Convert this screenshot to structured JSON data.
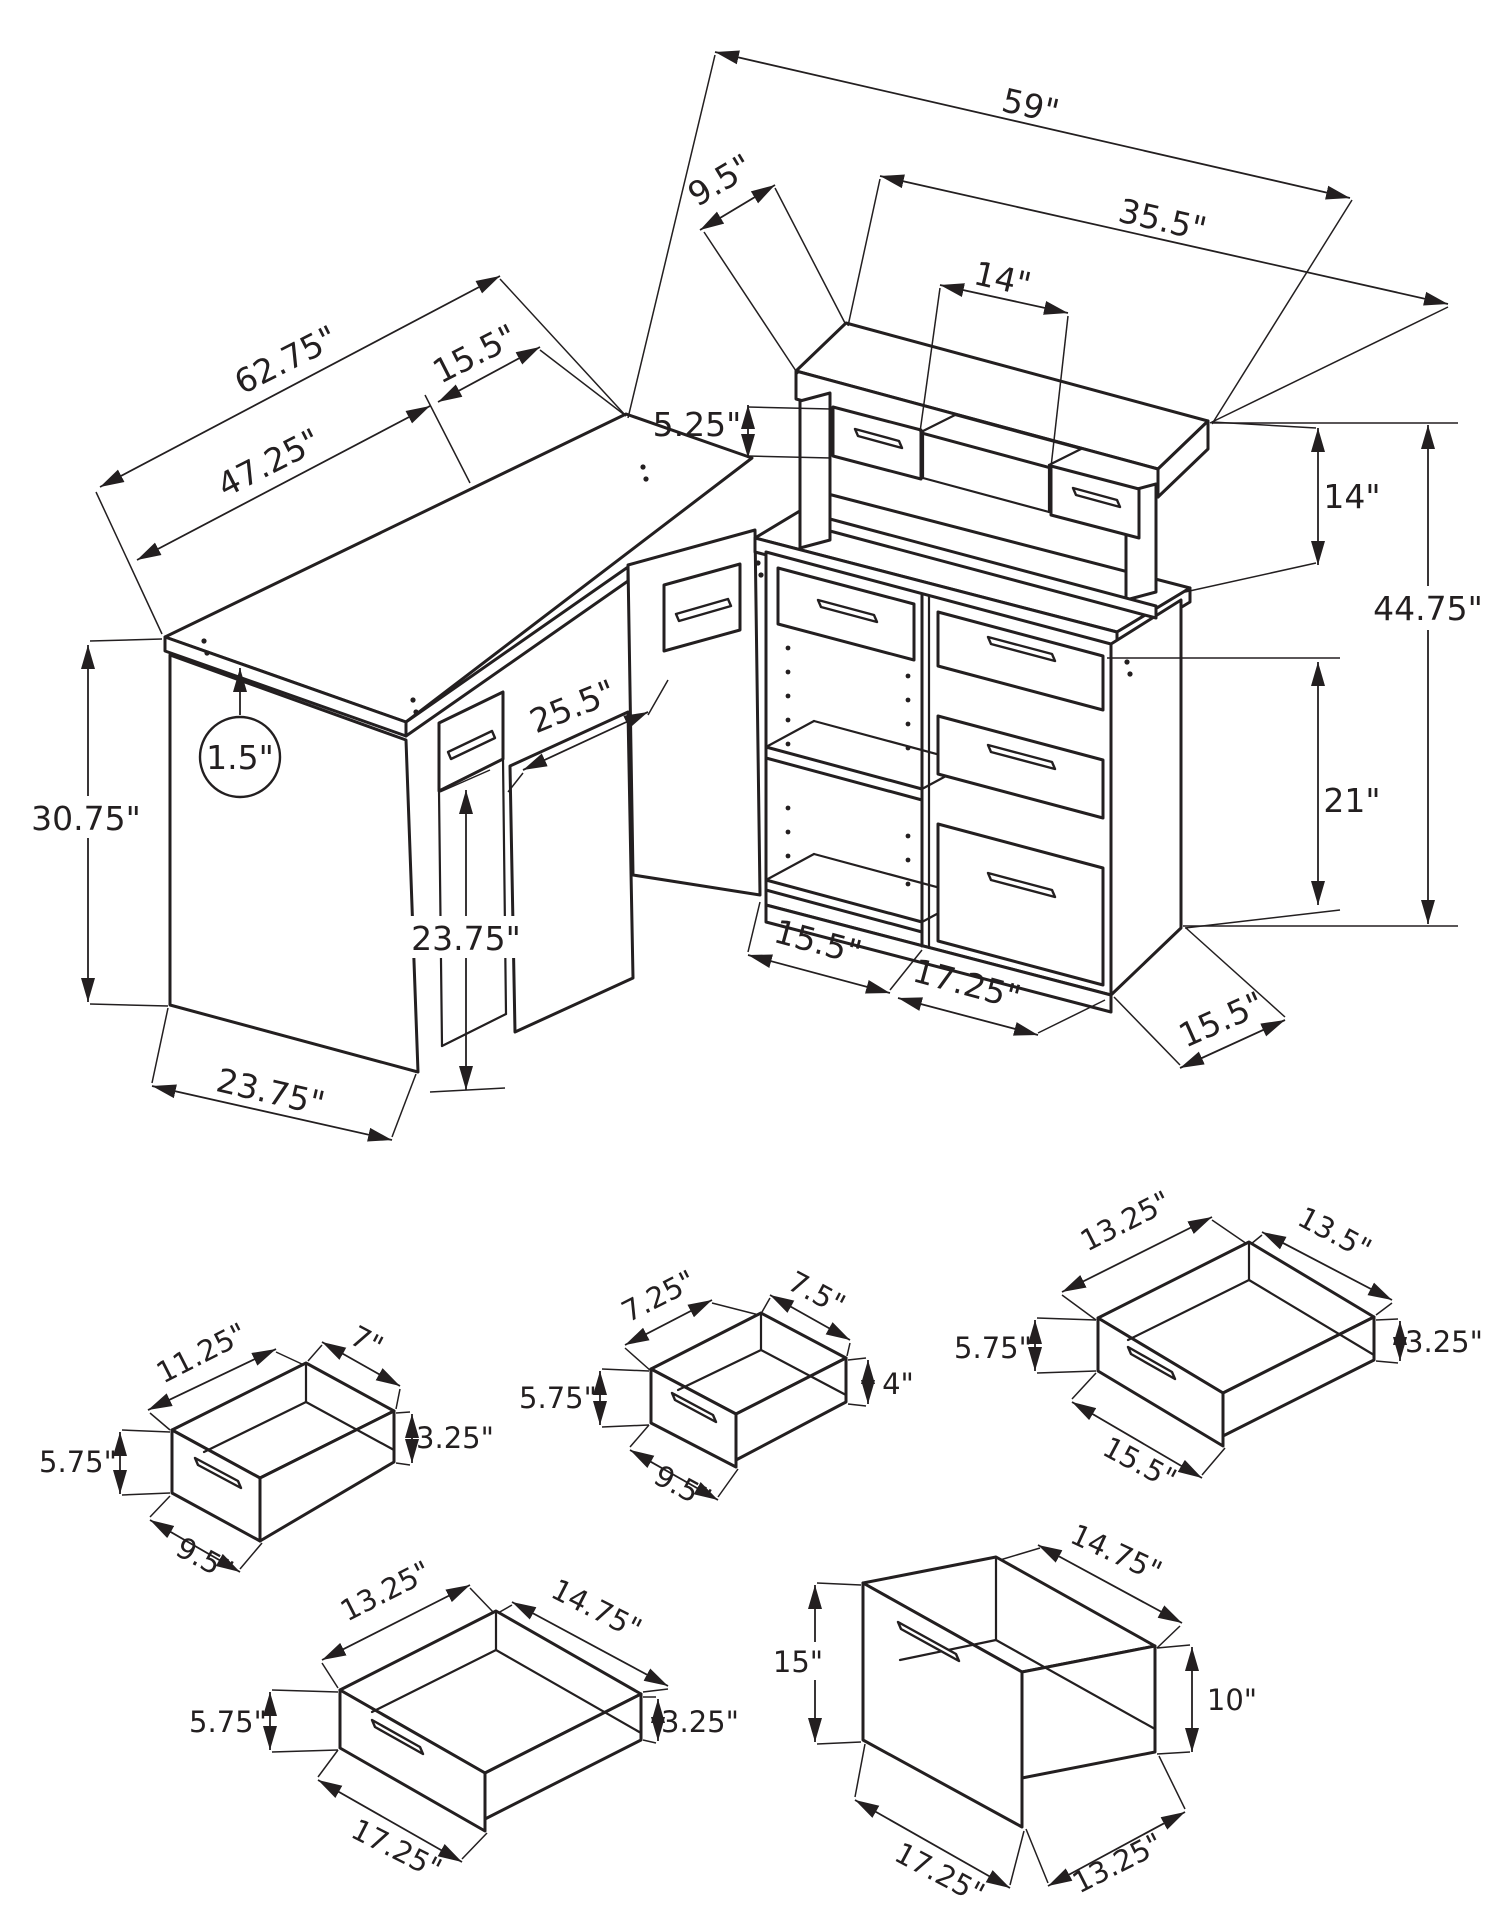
{
  "main_view": {
    "labels": {
      "overall_width": "59\"",
      "hutch_side_depth": "9.5\"",
      "hutch_width": "35.5\"",
      "hutch_opening_width": "14\"",
      "left_desk_total_length": "62.75\"",
      "left_desk_length": "47.25\"",
      "corner_return_width": "15.5\"",
      "hutch_drawer_height": "5.25\"",
      "hutch_height": "14\"",
      "overall_height": "44.75\"",
      "desktop_thickness": "1.5\"",
      "desktop_height": "30.75\"",
      "keyboard_opening_width": "25.5\"",
      "leg_clearance_height": "23.75\"",
      "cabinet_opening_height": "21\"",
      "open_shelf_bay_width": "15.5\"",
      "drawer_bay_width": "17.25\"",
      "cabinet_side_depth": "15.5\"",
      "side_panel_depth": "23.75\""
    }
  },
  "drawer_details": [
    {
      "id": "drawer-a",
      "back_width": "11.25\"",
      "side_depth": "7\"",
      "front_height": "5.75\"",
      "side_height": "3.25\"",
      "front_width": "9.5\""
    },
    {
      "id": "drawer-b",
      "back_width": "7.25\"",
      "side_depth": "7.5\"",
      "front_height": "5.75\"",
      "side_height": "4\"",
      "front_width": "9.5\""
    },
    {
      "id": "drawer-c",
      "back_width": "13.25\"",
      "side_depth": "13.5\"",
      "front_height": "5.75\"",
      "side_height": "3.25\"",
      "front_width": "15.5\""
    },
    {
      "id": "drawer-d",
      "back_width": "13.25\"",
      "side_depth": "14.75\"",
      "front_height": "5.75\"",
      "side_height": "3.25\"",
      "front_width": "17.25\""
    },
    {
      "id": "drawer-e",
      "side_depth": "14.75\"",
      "front_height": "15\"",
      "side_height": "10\"",
      "front_width": "17.25\"",
      "bottom_depth": "13.25\""
    }
  ],
  "colors": {
    "line": "#231f20",
    "background": "#ffffff"
  }
}
